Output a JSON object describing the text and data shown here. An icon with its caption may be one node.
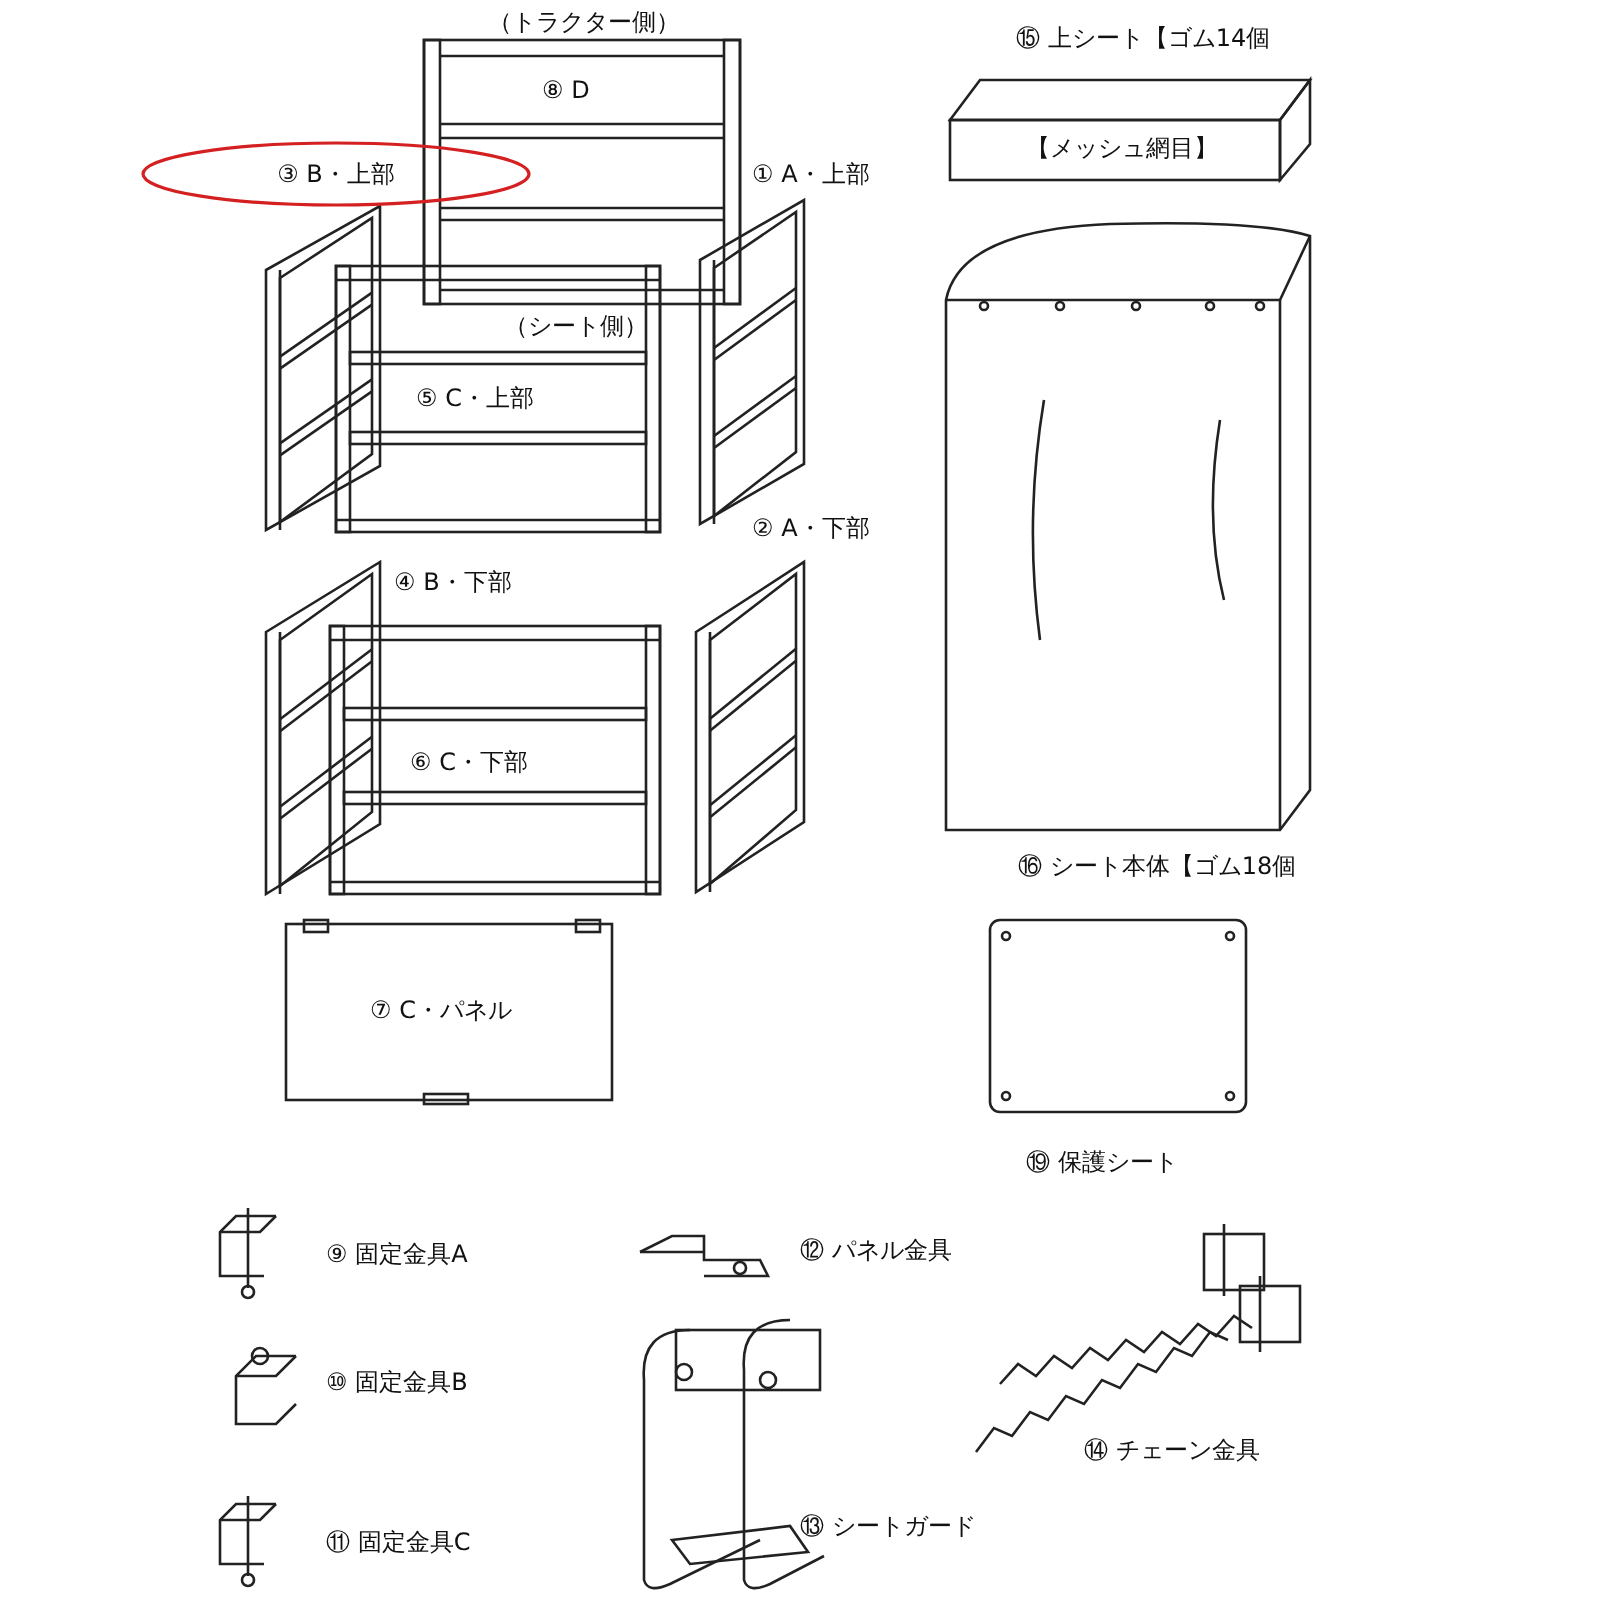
{
  "diagram": {
    "nodes": [
      {
        "text": [
          "③ B・上部"
        ]
      }
    ],
    "labels": [
      "（トラクター側）",
      "⑧ D",
      "① A・上部",
      "⑮ 上シート【ゴム14個",
      "【メッシュ網目】",
      "（シート側）",
      "⑤ C・上部",
      "② A・下部",
      "④ B・下部",
      "⑥ C・下部",
      "⑯ シート本体【ゴム18個",
      "⑦ C・パネル",
      "⑲ 保護シート",
      "⑨ 固定金具A",
      "⑫ パネル金具",
      "⑩ 固定金具B",
      "⑭ チェーン金具",
      "⑪ 固定金具C",
      "⑬ シートガード"
    ]
  }
}
